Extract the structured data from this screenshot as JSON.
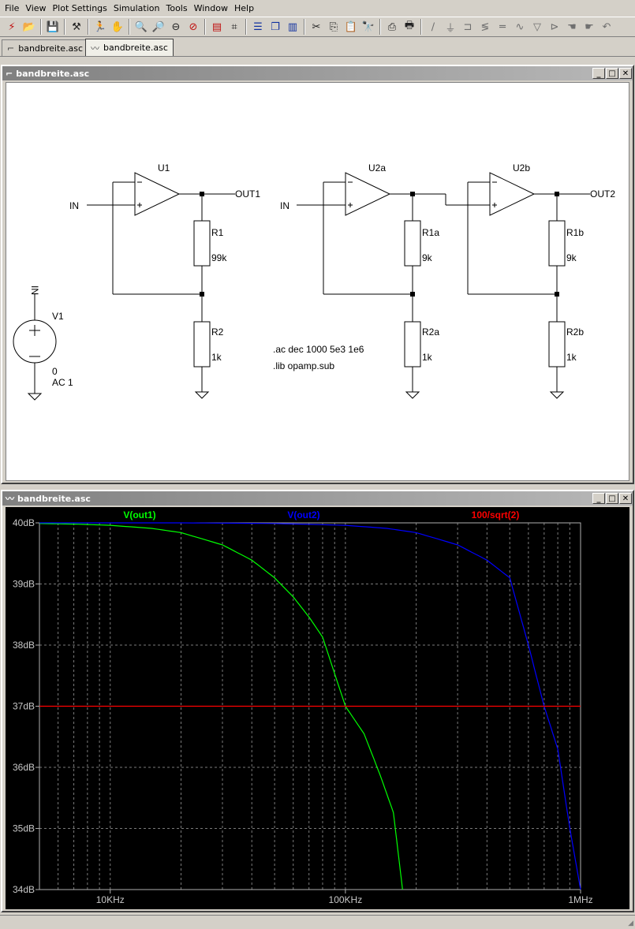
{
  "menu": [
    "File",
    "View",
    "Plot Settings",
    "Simulation",
    "Tools",
    "Window",
    "Help"
  ],
  "toolbar_icons": [
    "new-schematic-icon",
    "open-icon",
    "sep",
    "save-icon",
    "sep",
    "hammer-icon",
    "sep",
    "run-icon",
    "pan-hand-icon",
    "sep",
    "zoom-in-icon",
    "zoom-area-icon",
    "zoom-out-icon",
    "zoom-cancel-icon",
    "sep",
    "autorange-icon",
    "marker-icon",
    "sep",
    "tile-horizontal-icon",
    "cascade-icon",
    "tile-vertical-icon",
    "sep",
    "cut-icon",
    "copy-icon",
    "paste-icon",
    "find-icon",
    "sep",
    "print-preview-icon",
    "print-icon",
    "sep",
    "wire-icon",
    "ground-icon",
    "label-icon",
    "resistor-icon",
    "capacitor-icon",
    "inductor-icon",
    "diode-icon",
    "component-icon",
    "move-hand-icon",
    "drag-icon",
    "undo-icon"
  ],
  "tabs": [
    {
      "label": "bandbreite.asc",
      "icon": "schematic-icon",
      "active": false
    },
    {
      "label": "bandbreite.asc",
      "icon": "waveform-icon",
      "active": true
    }
  ],
  "schematic_window": {
    "title": "bandbreite.asc"
  },
  "plot_window": {
    "title": "bandbreite.asc"
  },
  "schematic": {
    "labels": {
      "u1": "U1",
      "u2a": "U2a",
      "u2b": "U2b",
      "in1": "IN",
      "in2": "IN",
      "out1": "OUT1",
      "out2": "OUT2",
      "r1": "R1",
      "r1_val": "99k",
      "r2": "R2",
      "r2_val": "1k",
      "r1a": "R1a",
      "r1a_val": "9k",
      "r2a": "R2a",
      "r2a_val": "1k",
      "r1b": "R1b",
      "r1b_val": "9k",
      "r2b": "R2b",
      "r2b_val": "1k",
      "v1": "V1",
      "v1_dc": "0",
      "v1_ac": "AC 1",
      "v1_net": "IN",
      "directive1": ".ac dec 1000 5e3 1e6",
      "directive2": ".lib opamp.sub"
    }
  },
  "chart_data": {
    "type": "line",
    "title": "",
    "xlabel": "",
    "ylabel": "",
    "x_scale": "log",
    "xlim": [
      5000,
      1000000
    ],
    "ylim": [
      34,
      40
    ],
    "x_tick_labels": [
      {
        "value": 10000,
        "label": "10KHz"
      },
      {
        "value": 100000,
        "label": "100KHz"
      },
      {
        "value": 1000000,
        "label": "1MHz"
      }
    ],
    "y_tick_labels": [
      {
        "value": 40,
        "label": "40dB"
      },
      {
        "value": 39,
        "label": "39dB"
      },
      {
        "value": 38,
        "label": "38dB"
      },
      {
        "value": 37,
        "label": "37dB"
      },
      {
        "value": 36,
        "label": "36dB"
      },
      {
        "value": 35,
        "label": "35dB"
      },
      {
        "value": 34,
        "label": "34dB"
      }
    ],
    "grid": true,
    "legend_placement": "top",
    "background": "#000000",
    "series": [
      {
        "name": "V(out1)",
        "color": "#00ff00",
        "x": [
          5000,
          7000,
          10000,
          15000,
          20000,
          30000,
          40000,
          50000,
          60000,
          70000,
          80000,
          100000,
          120000,
          140000,
          160000,
          175000
        ],
        "y": [
          39.99,
          39.98,
          39.96,
          39.91,
          39.84,
          39.64,
          39.39,
          39.1,
          38.79,
          38.46,
          38.13,
          37.0,
          36.55,
          35.89,
          35.26,
          34.0
        ]
      },
      {
        "name": "V(out2)",
        "color": "#0000ff",
        "x": [
          5000,
          20000,
          50000,
          100000,
          150000,
          200000,
          300000,
          400000,
          500000,
          600000,
          700000,
          800000,
          900000,
          1000000
        ],
        "y": [
          40.0,
          40.0,
          39.99,
          39.96,
          39.91,
          39.84,
          39.64,
          39.39,
          39.1,
          38.0,
          37.0,
          36.3,
          35.0,
          34.0
        ]
      },
      {
        "name": "100/sqrt(2)",
        "color": "#ff0000",
        "x": [
          5000,
          1000000
        ],
        "y": [
          37.0,
          37.0
        ]
      }
    ]
  }
}
